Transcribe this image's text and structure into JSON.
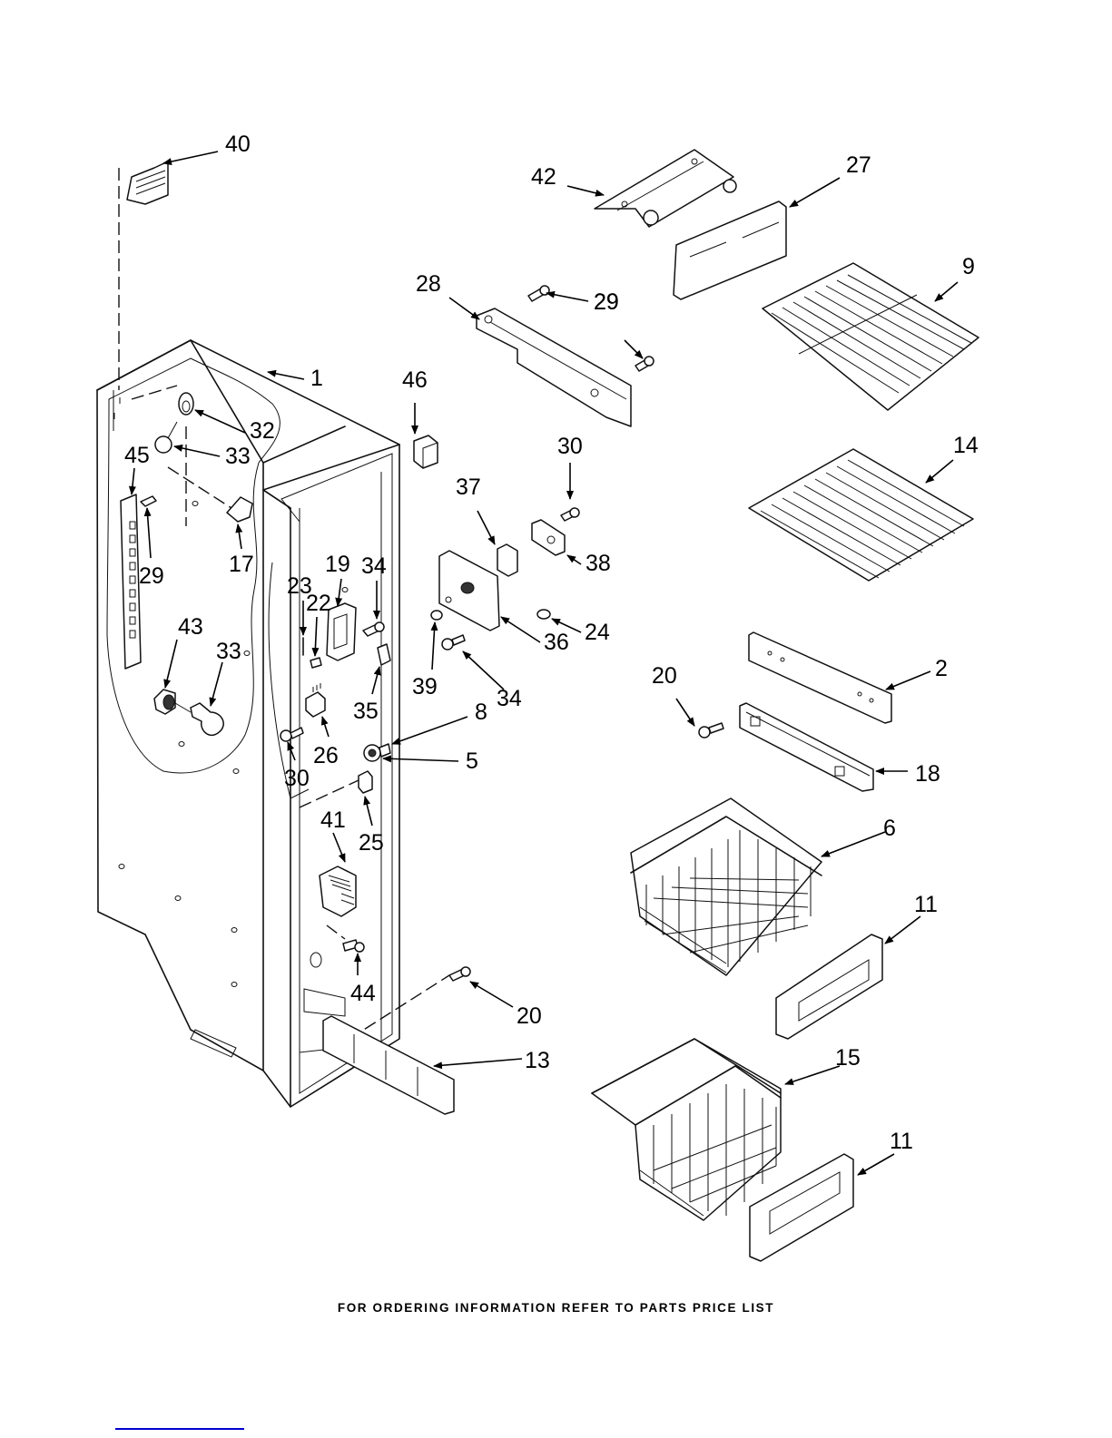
{
  "diagram": {
    "type": "exploded-parts-diagram",
    "subject": "Freezer liner parts",
    "callouts": [
      {
        "id": "c40",
        "label": "40",
        "part": "clip"
      },
      {
        "id": "c1",
        "label": "1",
        "part": "freezer-liner"
      },
      {
        "id": "c32",
        "label": "32",
        "part": "light-socket"
      },
      {
        "id": "c33a",
        "label": "33",
        "part": "light-bulb-top"
      },
      {
        "id": "c45",
        "label": "45",
        "part": "shelf-rail"
      },
      {
        "id": "c29a",
        "label": "29",
        "part": "screw-left"
      },
      {
        "id": "c17",
        "label": "17",
        "part": "bracket"
      },
      {
        "id": "c43",
        "label": "43",
        "part": "lamp-socket"
      },
      {
        "id": "c33b",
        "label": "33",
        "part": "light-bulb"
      },
      {
        "id": "c46",
        "label": "46",
        "part": "cover"
      },
      {
        "id": "c23",
        "label": "23",
        "part": "pin"
      },
      {
        "id": "c22",
        "label": "22",
        "part": "clip-small"
      },
      {
        "id": "c19",
        "label": "19",
        "part": "switch-housing"
      },
      {
        "id": "c34a",
        "label": "34",
        "part": "screw-upper"
      },
      {
        "id": "c35",
        "label": "35",
        "part": "switch-cover"
      },
      {
        "id": "c26",
        "label": "26",
        "part": "circuit-board"
      },
      {
        "id": "c30a",
        "label": "30",
        "part": "screw-lower-left"
      },
      {
        "id": "c8",
        "label": "8",
        "part": "spacer"
      },
      {
        "id": "c5",
        "label": "5",
        "part": "roller"
      },
      {
        "id": "c25",
        "label": "25",
        "part": "connector"
      },
      {
        "id": "c41",
        "label": "41",
        "part": "vent-cover"
      },
      {
        "id": "c44",
        "label": "44",
        "part": "screw-vent"
      },
      {
        "id": "c20a",
        "label": "20",
        "part": "screw-bottom"
      },
      {
        "id": "c13",
        "label": "13",
        "part": "bottom-bracket"
      },
      {
        "id": "c42",
        "label": "42",
        "part": "hinge-bracket"
      },
      {
        "id": "c27",
        "label": "27",
        "part": "panel"
      },
      {
        "id": "c28",
        "label": "28",
        "part": "mount-bracket"
      },
      {
        "id": "c29b",
        "label": "29",
        "part": "screw-upper-a"
      },
      {
        "id": "c29c",
        "label": "29",
        "part": "screw-upper-b"
      },
      {
        "id": "c9",
        "label": "9",
        "part": "wire-shelf"
      },
      {
        "id": "c14",
        "label": "14",
        "part": "wire-shelf-flat"
      },
      {
        "id": "c30b",
        "label": "30",
        "part": "screw-board"
      },
      {
        "id": "c37",
        "label": "37",
        "part": "bracket-thin"
      },
      {
        "id": "c38",
        "label": "38",
        "part": "control-board"
      },
      {
        "id": "c36",
        "label": "36",
        "part": "control-housing"
      },
      {
        "id": "c24",
        "label": "24",
        "part": "plug"
      },
      {
        "id": "c39",
        "label": "39",
        "part": "knob-shaft"
      },
      {
        "id": "c34b",
        "label": "34",
        "part": "screw-housing"
      },
      {
        "id": "c2",
        "label": "2",
        "part": "rail-cover"
      },
      {
        "id": "c20b",
        "label": "20",
        "part": "screw-rail"
      },
      {
        "id": "c18",
        "label": "18",
        "part": "slide-rail"
      },
      {
        "id": "c6",
        "label": "6",
        "part": "wire-basket"
      },
      {
        "id": "c11a",
        "label": "11",
        "part": "basket-front-upper"
      },
      {
        "id": "c15",
        "label": "15",
        "part": "wire-basket-lower"
      },
      {
        "id": "c11b",
        "label": "11",
        "part": "basket-front-lower"
      }
    ]
  },
  "footer": {
    "text": "FOR ORDERING INFORMATION REFER TO PARTS PRICE LIST"
  },
  "link": {
    "color": "#0000cc"
  }
}
